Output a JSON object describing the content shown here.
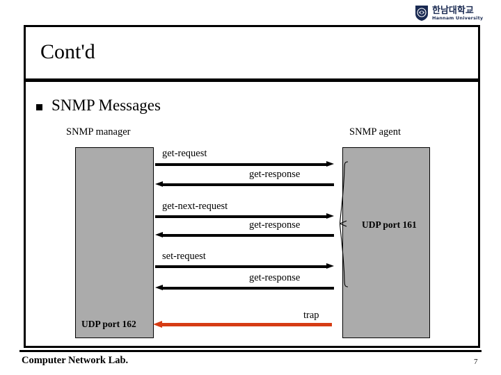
{
  "logo": {
    "korean_name": "한남대학교",
    "english_name": "Hannam University",
    "icon": "shield-crest-icon",
    "color": "#1a2a52"
  },
  "slide": {
    "title": "Cont'd",
    "bullet": {
      "marker": "square-bullet-icon",
      "text": "SNMP Messages"
    }
  },
  "diagram": {
    "manager_label": "SNMP manager",
    "agent_label": "SNMP agent",
    "manager_port": "UDP port 162",
    "agent_port": "UDP port 161",
    "messages": [
      {
        "label": "get-request",
        "direction": "right",
        "color": "#000000"
      },
      {
        "label": "get-response",
        "direction": "left",
        "color": "#000000"
      },
      {
        "label": "get-next-request",
        "direction": "right",
        "color": "#000000"
      },
      {
        "label": "get-response",
        "direction": "left",
        "color": "#000000"
      },
      {
        "label": "set-request",
        "direction": "right",
        "color": "#000000"
      },
      {
        "label": "get-response",
        "direction": "left",
        "color": "#000000"
      },
      {
        "label": "trap",
        "direction": "left",
        "color": "#d63c14"
      }
    ],
    "box_color": "#ababab",
    "trap_color": "#d63c14"
  },
  "footer": {
    "text": "Computer Network Lab.",
    "page_number": "7"
  }
}
